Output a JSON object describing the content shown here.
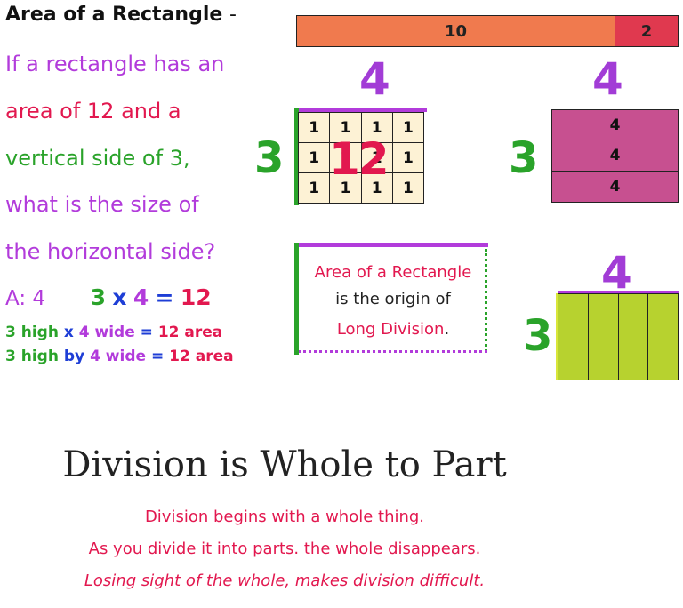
{
  "left": {
    "title": "Area of a Rectangle",
    "title_dash": "-",
    "question": [
      "If a rectangle has an",
      "area of 12 and a",
      "vertical side of 3,",
      "what is the size of",
      "the horizontal side?"
    ],
    "answer_prefix": "A: 4",
    "eq": {
      "a": "3",
      "x": "x",
      "b": "4",
      "eqs": "=",
      "c": "12"
    },
    "line1": {
      "a": "3 high",
      "x": "x",
      "b": "4 wide",
      "eqs": "=",
      "c": "12 area"
    },
    "line2": {
      "a": "3 high",
      "x": "by",
      "b": "4 wide",
      "eqs": "=",
      "c": "12 area"
    }
  },
  "bar": {
    "seg1": "10",
    "seg2": "2"
  },
  "grid1": {
    "top_label": "4",
    "side_label": "3",
    "cells": [
      [
        "1",
        "1",
        "1",
        "1"
      ],
      [
        "1",
        "1",
        "1",
        "1"
      ],
      [
        "1",
        "1",
        "1",
        "1"
      ]
    ],
    "center": "12"
  },
  "stack": {
    "top_label": "4",
    "side_label": "3",
    "rows": [
      "4",
      "4",
      "4"
    ]
  },
  "info": {
    "line1": "Area of a Rectangle",
    "line2": "is the origin of",
    "line3": "Long Division",
    "line3_end": "."
  },
  "cols": {
    "top_label": "4",
    "side_label": "3"
  },
  "bottom": {
    "title": "Division is Whole to Part",
    "line1": "Division begins with a whole thing.",
    "line2": "As you divide it into parts. the whole disappears.",
    "line3": "Losing sight of the whole, makes division difficult."
  }
}
